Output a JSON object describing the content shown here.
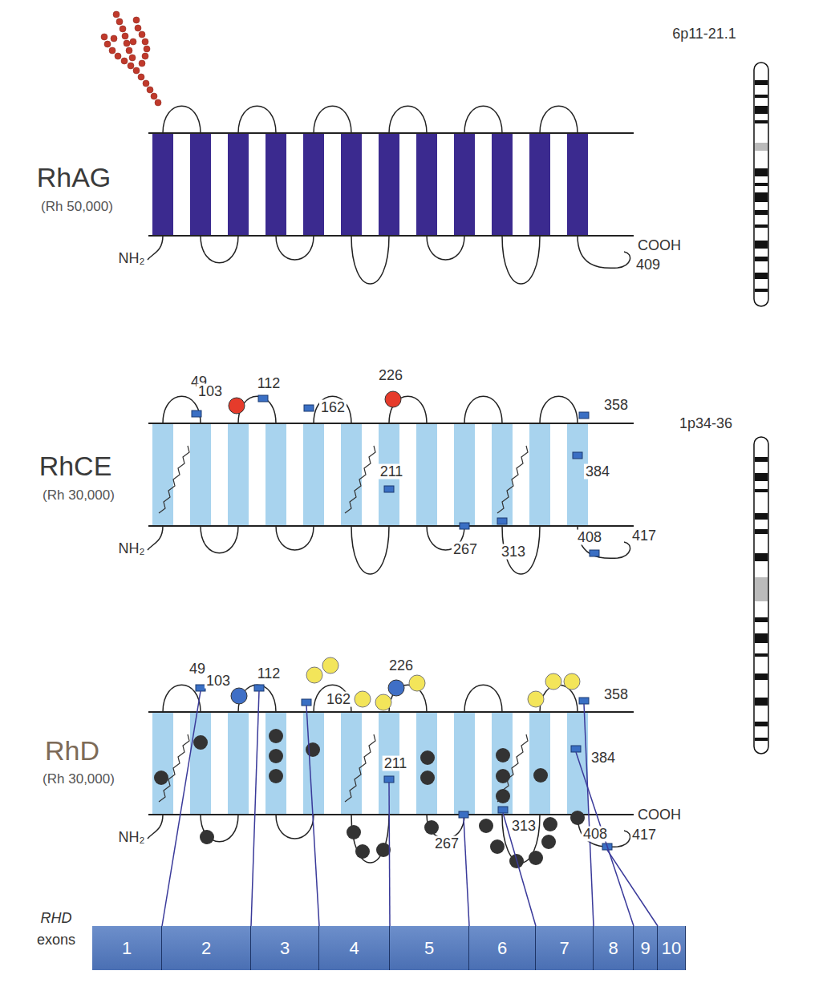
{
  "diagram": {
    "nodes": [
      {
        "text": [
          "1"
        ]
      },
      {
        "text": [
          "2"
        ]
      },
      {
        "text": [
          "3"
        ]
      },
      {
        "text": [
          "4"
        ]
      },
      {
        "text": [
          "5"
        ]
      },
      {
        "text": [
          "6"
        ]
      },
      {
        "text": [
          "7"
        ]
      },
      {
        "text": [
          "8"
        ]
      },
      {
        "text": [
          "9"
        ]
      },
      {
        "text": [
          "10"
        ]
      }
    ],
    "labels": [
      "6p11-21.1",
      "RhAG",
      "(Rh 50,000)",
      "NH₂",
      "COOH",
      "409",
      "49",
      "103",
      "112",
      "162",
      "226",
      "358",
      "211",
      "384",
      "267",
      "313",
      "408",
      "417",
      "RhCE",
      "(Rh 30,000)",
      "NH₂",
      "1p34-36",
      "49",
      "103",
      "112",
      "162",
      "226",
      "358",
      "211",
      "384",
      "267",
      "313",
      "COOH",
      "408",
      "417",
      "RhD",
      "(Rh 30,000)",
      "NH₂",
      "RHD",
      "exons"
    ]
  }
}
